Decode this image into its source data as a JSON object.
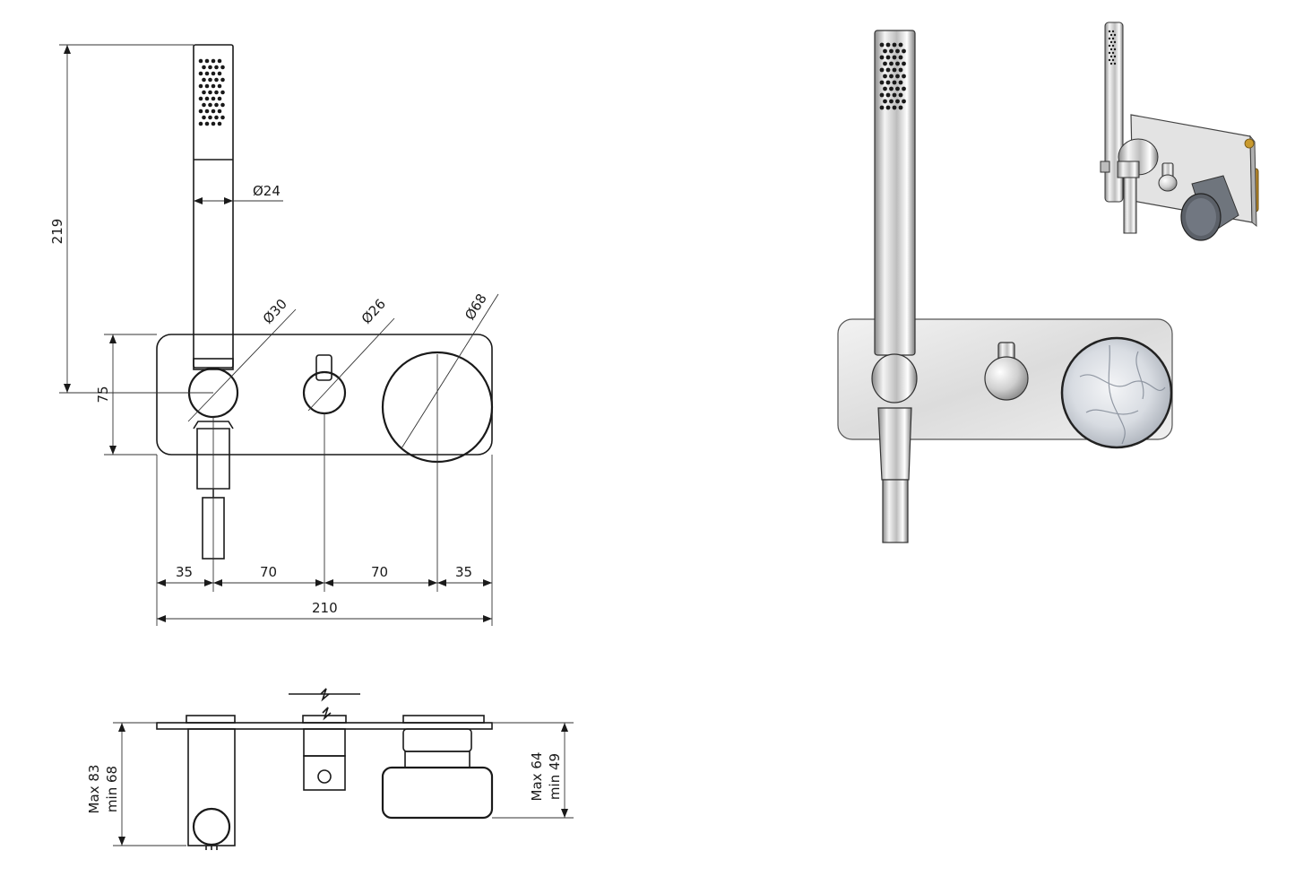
{
  "front_view": {
    "dim_height_total": "219",
    "dim_handshower_diameter": "Ø24",
    "dim_holder_diameter": "Ø30",
    "dim_lever_diameter": "Ø26",
    "dim_knob_diameter": "Ø68",
    "dim_plate_height": "75",
    "dim_segment_1": "35",
    "dim_segment_2": "70",
    "dim_segment_3": "70",
    "dim_segment_4": "35",
    "dim_total_width": "210"
  },
  "side_view": {
    "dim_left_max": "Max 83",
    "dim_left_min": "min 68",
    "dim_right_max": "Max 64",
    "dim_right_min": "min 49"
  },
  "colors": {
    "line": "#1a1a1a",
    "chrome": "#d9d9d9",
    "plate": "#e6e6e6",
    "marble": "#cfd3d8",
    "brass": "#c99a2e"
  }
}
